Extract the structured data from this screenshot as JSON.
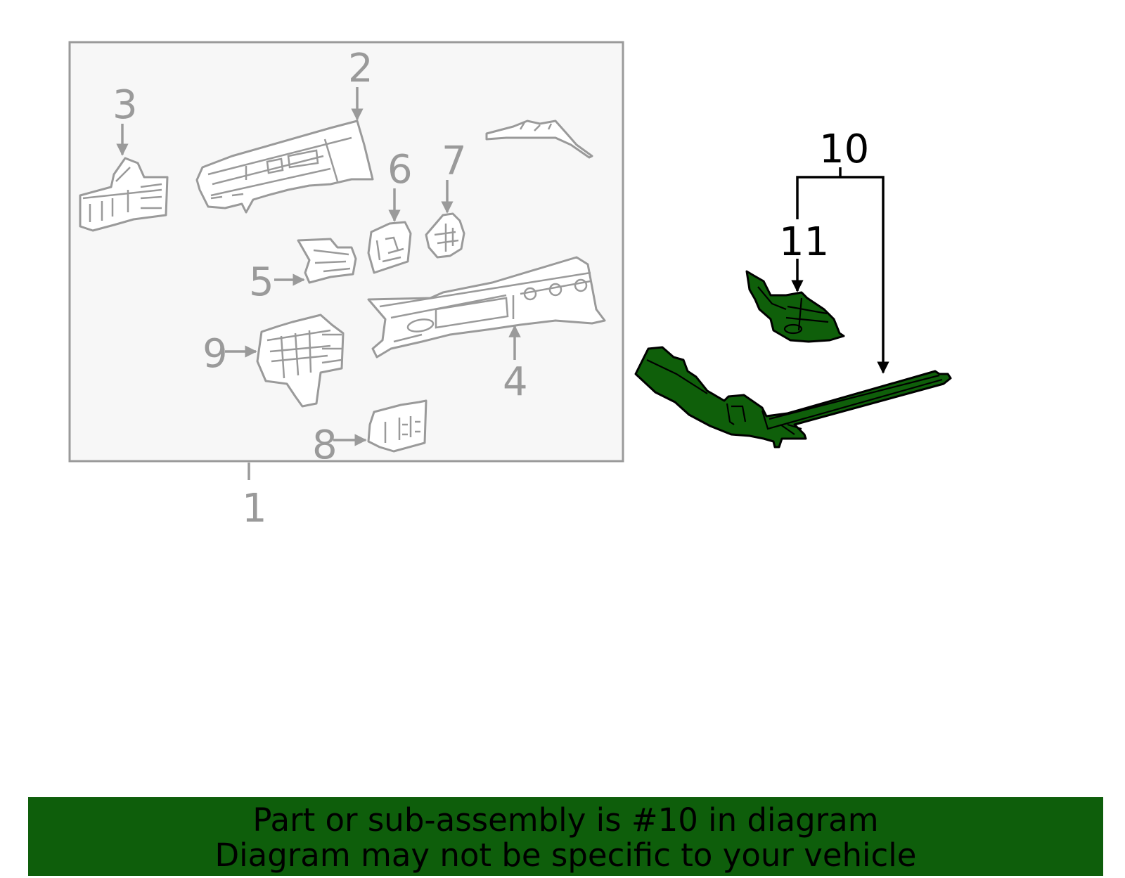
{
  "callouts": {
    "c1": "1",
    "c2": "2",
    "c3": "3",
    "c4": "4",
    "c5": "5",
    "c6": "6",
    "c7": "7",
    "c8": "8",
    "c9": "9",
    "c10": "10",
    "c11": "11"
  },
  "banner": {
    "line1": "Part or sub-assembly is #10 in diagram",
    "line2": "Diagram may not be specific to your vehicle"
  },
  "colors": {
    "highlight_green": "#0f5f0a",
    "banner_green": "#0e5e0b",
    "inset_grey": "#9a9a9a"
  }
}
